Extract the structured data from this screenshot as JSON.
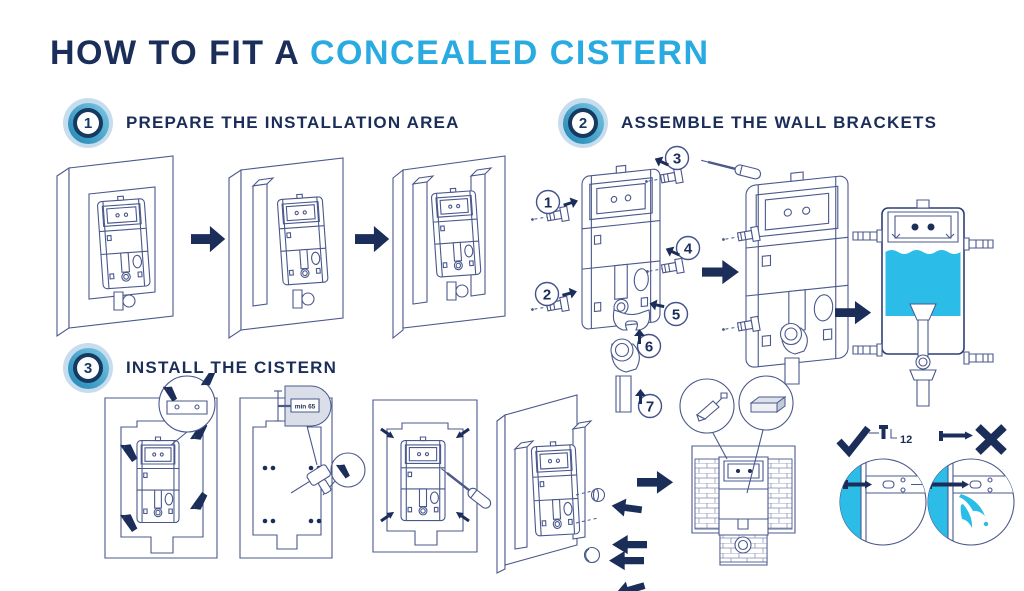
{
  "title": {
    "prefix": "HOW TO FIT A",
    "highlight": "CONCEALED CISTERN"
  },
  "steps": [
    {
      "number": "1",
      "label": "PREPARE THE INSTALLATION AREA"
    },
    {
      "number": "2",
      "label": "ASSEMBLE THE WALL BRACKETS"
    },
    {
      "number": "3",
      "label": "INSTALL THE CISTERN"
    }
  ],
  "callouts": [
    "1",
    "2",
    "3",
    "4",
    "5",
    "6",
    "7"
  ],
  "labels": {
    "min_drill_depth": "min 65",
    "max_screw_length": "12"
  },
  "icons": {
    "right-arrow": "solid navy block arrow",
    "screwdriver": "flat screwdriver outline",
    "drill": "power drill outline",
    "marker-pen": "navy marker pen",
    "trowel": "plastering trowel outline",
    "brick": "3d brick",
    "check": "navy tick mark",
    "cross": "navy x mark",
    "screw": "navy screw",
    "wall-bracket": "cistern wall bracket",
    "protective-cap": "round pipe cap"
  },
  "colors": {
    "navy": "#1b2d59",
    "light_blue": "#29abe2",
    "water_blue": "#2bbde8",
    "line_art": "#4a588c",
    "badge_pale": "#c7ddee",
    "badge_teal": "#1f86b4"
  }
}
